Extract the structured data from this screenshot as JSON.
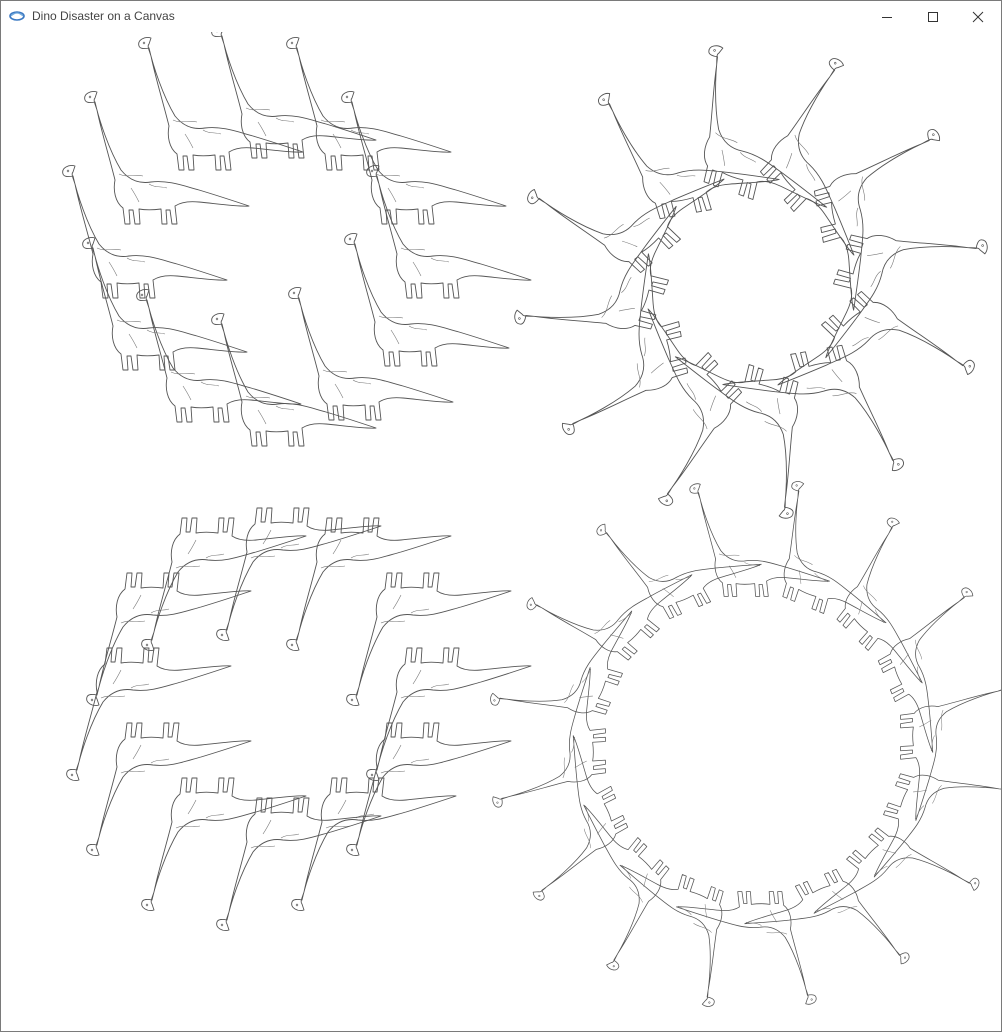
{
  "window": {
    "title": "Dino Disaster on a Canvas",
    "icon": "app-icon",
    "controls": [
      "minimize-icon",
      "maximize-icon",
      "close-icon"
    ]
  },
  "canvas": {
    "background": "#ffffff",
    "stroke_color": "#444444",
    "rings": [
      {
        "name": "ring-upright",
        "count": 12,
        "rotation": "none"
      },
      {
        "name": "ring-rotating",
        "count": 12,
        "rotation": "radial"
      },
      {
        "name": "ring-mirrored",
        "count": 12,
        "rotation": "flipped"
      },
      {
        "name": "ring-tangent",
        "count": 16,
        "rotation": "tangent"
      }
    ]
  }
}
